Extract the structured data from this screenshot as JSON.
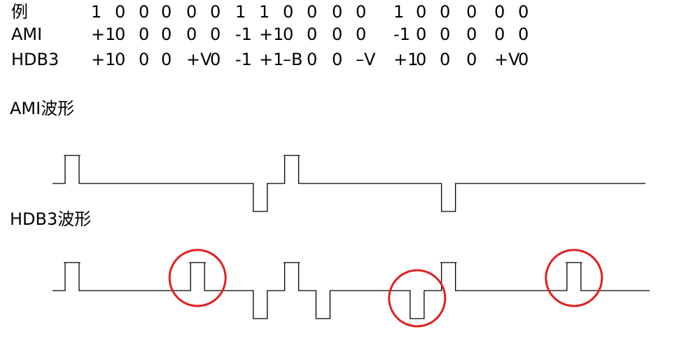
{
  "table": {
    "rows": [
      {
        "label": "例",
        "cells": [
          "1",
          "0",
          "0",
          "0",
          "0",
          "0",
          "1",
          "1",
          "0",
          "0",
          "0",
          "0",
          "1",
          "0",
          "0",
          "0",
          "0",
          "0"
        ]
      },
      {
        "label": "AMI",
        "cells": [
          "+1",
          "0",
          "0",
          "0",
          "0",
          "0",
          "-1",
          "+1",
          "0",
          "0",
          "0",
          "0",
          "-1",
          "0",
          "0",
          "0",
          "0",
          "0"
        ]
      },
      {
        "label": "HDB3",
        "cells": [
          "+1",
          "0",
          "0",
          "0",
          "+V",
          "0",
          "-1",
          "+1",
          "–B",
          "0",
          "0",
          "–V",
          "+1",
          "0",
          "0",
          "0",
          "+V",
          "0"
        ]
      }
    ]
  },
  "ami_title": "AMI波形",
  "hdb3_title": "HDB3波形",
  "ami_wave": [
    "+",
    "0",
    "0",
    "0",
    "0",
    "0",
    "-",
    "+",
    "0",
    "0",
    "0",
    "0",
    "-",
    "0",
    "0",
    "0",
    "0",
    "0"
  ],
  "hdb3_wave": [
    "+",
    "0",
    "0",
    "0",
    "+",
    "0",
    "-",
    "+",
    "-",
    "0",
    "0",
    "-",
    "+",
    "0",
    "0",
    "0",
    "+",
    "0"
  ],
  "highlights": {
    "indices": [
      4,
      11,
      16
    ],
    "color": "#e02020"
  },
  "colors": {
    "line": "#000000",
    "highlight": "#e02020"
  }
}
